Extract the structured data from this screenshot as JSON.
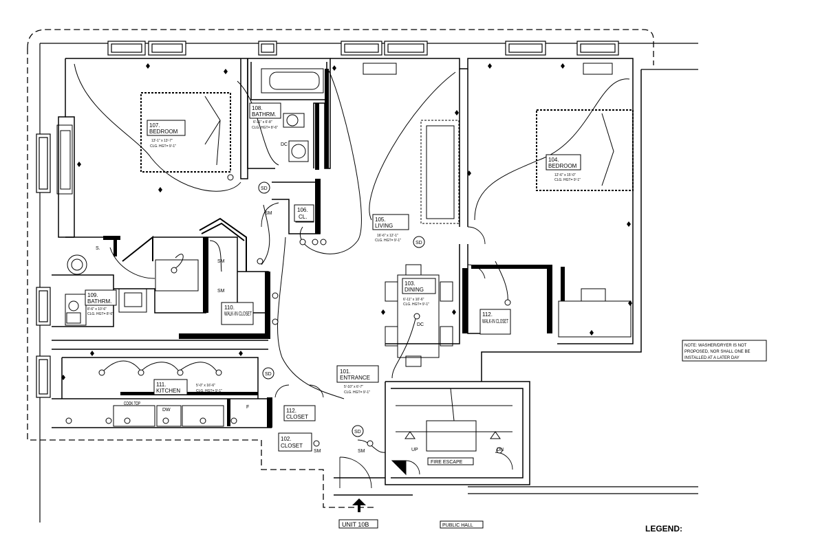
{
  "rooms": [
    {
      "number": "101.",
      "name": "ENTRANCE",
      "dims": "5'-10\" x 6'-7\"",
      "ceiling": "CLG. HGT= 9'-1\""
    },
    {
      "number": "102.",
      "name": "CLOSET",
      "dims": "",
      "ceiling": ""
    },
    {
      "number": "103.",
      "name": "DINING",
      "dims": "6'-11\" x 10'-6\"",
      "ceiling": "CLG. HGT= 9'-1\""
    },
    {
      "number": "104.",
      "name": "BEDROOM",
      "dims": "12'-6\" x 15'-0\"",
      "ceiling": "CLG. HGT= 9'-1\""
    },
    {
      "number": "105.",
      "name": "LIVING",
      "dims": "16'-6\" x 12'-1\"",
      "ceiling": "CLG. HGT= 9'-1\""
    },
    {
      "number": "106.",
      "name": "CL.",
      "dims": "",
      "ceiling": ""
    },
    {
      "number": "107.",
      "name": "BEDROOM",
      "dims": "13'-1\" x 13'-7\"",
      "ceiling": "CLG. HGT= 9'-1\""
    },
    {
      "number": "108.",
      "name": "BATHRM.",
      "dims": "6'-11\" x 6'-8\"",
      "ceiling": "CLG. HGT= 8'-6\""
    },
    {
      "number": "109.",
      "name": "BATHRM.",
      "dims": "8'-6\" x 10'-6\"",
      "ceiling": "CLG. HGT= 8'-6\""
    },
    {
      "number": "110.",
      "name": "WALK-IN CLOSET",
      "dims": "",
      "ceiling": ""
    },
    {
      "number": "111.",
      "name": "KITCHEN",
      "dims": "5'-0\" x 16'-6\"",
      "ceiling": "CLG. HGT= 9'-1\""
    },
    {
      "number": "112.",
      "name": "CLOSET",
      "dims": "",
      "ceiling": ""
    },
    {
      "number": "112.",
      "name": "WALK-IN CLOSET",
      "dims": "",
      "ceiling": ""
    }
  ],
  "symbols": {
    "smoke_detector": "SD",
    "smoke_monoxide": "SM",
    "dryer_connection": "DC",
    "cooktop": "COOK TOP",
    "dishwasher": "DW",
    "fridge": "F",
    "sharp": "S.",
    "dn": "DN",
    "up": "UP"
  },
  "fire_escape": "FIRE ESCAPE",
  "unit": "UNIT 10B",
  "public_hall": "PUBLIC HALL",
  "legend": "LEGEND:",
  "note": [
    "NOTE: WASHER/DRYER IS NOT",
    "PROPOSED, NOR SHALL ONE BE",
    "INSTALLED AT A LATER DAY"
  ]
}
